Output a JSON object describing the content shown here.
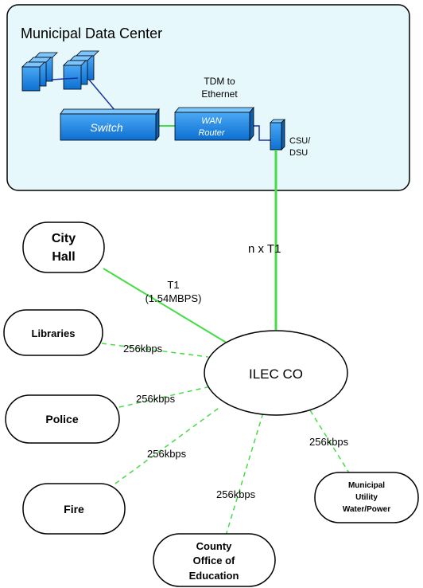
{
  "datacenter": {
    "title": "Municipal Data Center",
    "switch_label": "Switch",
    "router_label_1": "WAN",
    "router_label_2": "Router",
    "tdm_label_1": "TDM to",
    "tdm_label_2": "Ethernet",
    "csu_label_1": "CSU/",
    "csu_label_2": "DSU"
  },
  "hub": {
    "label": "ILEC CO"
  },
  "trunk": {
    "label": "n x T1"
  },
  "sites": {
    "city_hall": {
      "line1": "City",
      "line2": "Hall"
    },
    "libraries": {
      "label": "Libraries"
    },
    "police": {
      "label": "Police"
    },
    "fire": {
      "label": "Fire"
    },
    "county": {
      "line1": "County",
      "line2": "Office of",
      "line3": "Education"
    },
    "utility": {
      "line1": "Municipal",
      "line2": "Utility",
      "line3": "Water/Power"
    }
  },
  "links": {
    "city_hall_1": "T1",
    "city_hall_2": "(1.54MBPS)",
    "libraries": "256kbps",
    "police": "256kbps",
    "fire": "256kbps",
    "county": "256kbps",
    "utility": "256kbps"
  },
  "colors": {
    "datacenter_fill": "#e6f8fb",
    "device_blue": "#1e88e5",
    "link_green": "#44dd44"
  }
}
